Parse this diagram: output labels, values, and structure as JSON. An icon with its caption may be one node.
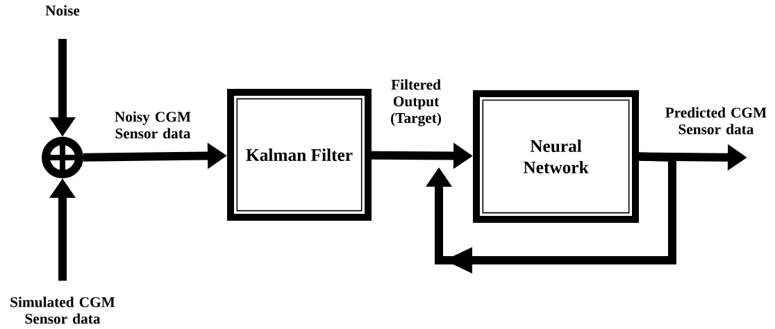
{
  "diagram": {
    "nodes": [
      {
        "text": [
          "Noise"
        ]
      },
      {
        "text": [],
        "shape": "circle"
      },
      {
        "text": [
          "Simulated CGM Sensor data"
        ]
      },
      {
        "text": [
          "Kalman Filter"
        ]
      },
      {
        "text": [
          "Neural Network"
        ]
      }
    ],
    "edges": [
      {
        "from": 0,
        "to": 1,
        "arrow": "to"
      },
      {
        "from": 2,
        "to": 1,
        "arrow": "to"
      },
      {
        "from": 1,
        "to": 3,
        "arrow": "to",
        "label": "Noisy CGM Sensor data"
      },
      {
        "from": 3,
        "to": 4,
        "arrow": "to",
        "label": "Filtered Output (Target)"
      },
      {
        "from": 4,
        "to": null,
        "arrow": "to",
        "label": "Predicted CGM Sensor data"
      },
      {
        "from": 4,
        "to": 4,
        "arrow": "to"
      }
    ]
  }
}
